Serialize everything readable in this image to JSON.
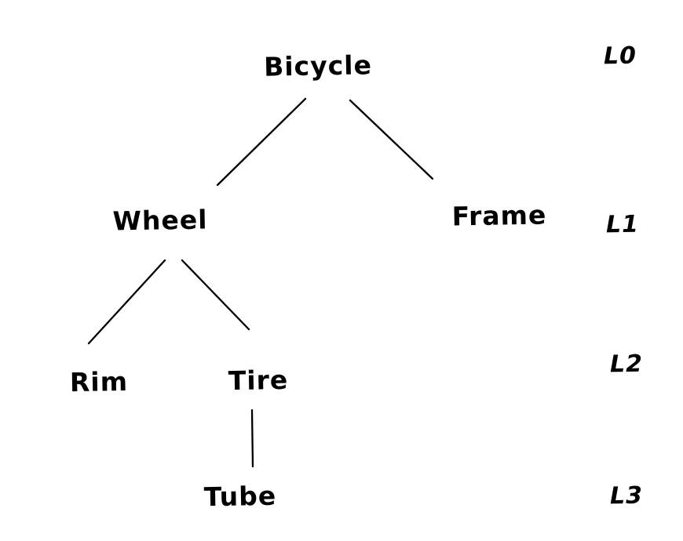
{
  "diagram": {
    "type": "tree",
    "background_color": "#ffffff",
    "ink_color": "#000000",
    "nodes": [
      {
        "id": "bicycle",
        "label": "Bicycle",
        "level": 0,
        "parent": null
      },
      {
        "id": "wheel",
        "label": "Wheel",
        "level": 1,
        "parent": "bicycle"
      },
      {
        "id": "frame",
        "label": "Frame",
        "level": 1,
        "parent": "bicycle"
      },
      {
        "id": "rim",
        "label": "Rim",
        "level": 2,
        "parent": "wheel"
      },
      {
        "id": "tire",
        "label": "Tire",
        "level": 2,
        "parent": "wheel"
      },
      {
        "id": "tube",
        "label": "Tube",
        "level": 3,
        "parent": "tire"
      }
    ],
    "edges": [
      {
        "from": "bicycle",
        "to": "wheel"
      },
      {
        "from": "bicycle",
        "to": "frame"
      },
      {
        "from": "wheel",
        "to": "rim"
      },
      {
        "from": "wheel",
        "to": "tire"
      },
      {
        "from": "tire",
        "to": "tube"
      }
    ],
    "level_labels": [
      {
        "id": "l0",
        "label": "L0"
      },
      {
        "id": "l1",
        "label": "L1"
      },
      {
        "id": "l2",
        "label": "L2"
      },
      {
        "id": "l3",
        "label": "L3"
      }
    ]
  }
}
